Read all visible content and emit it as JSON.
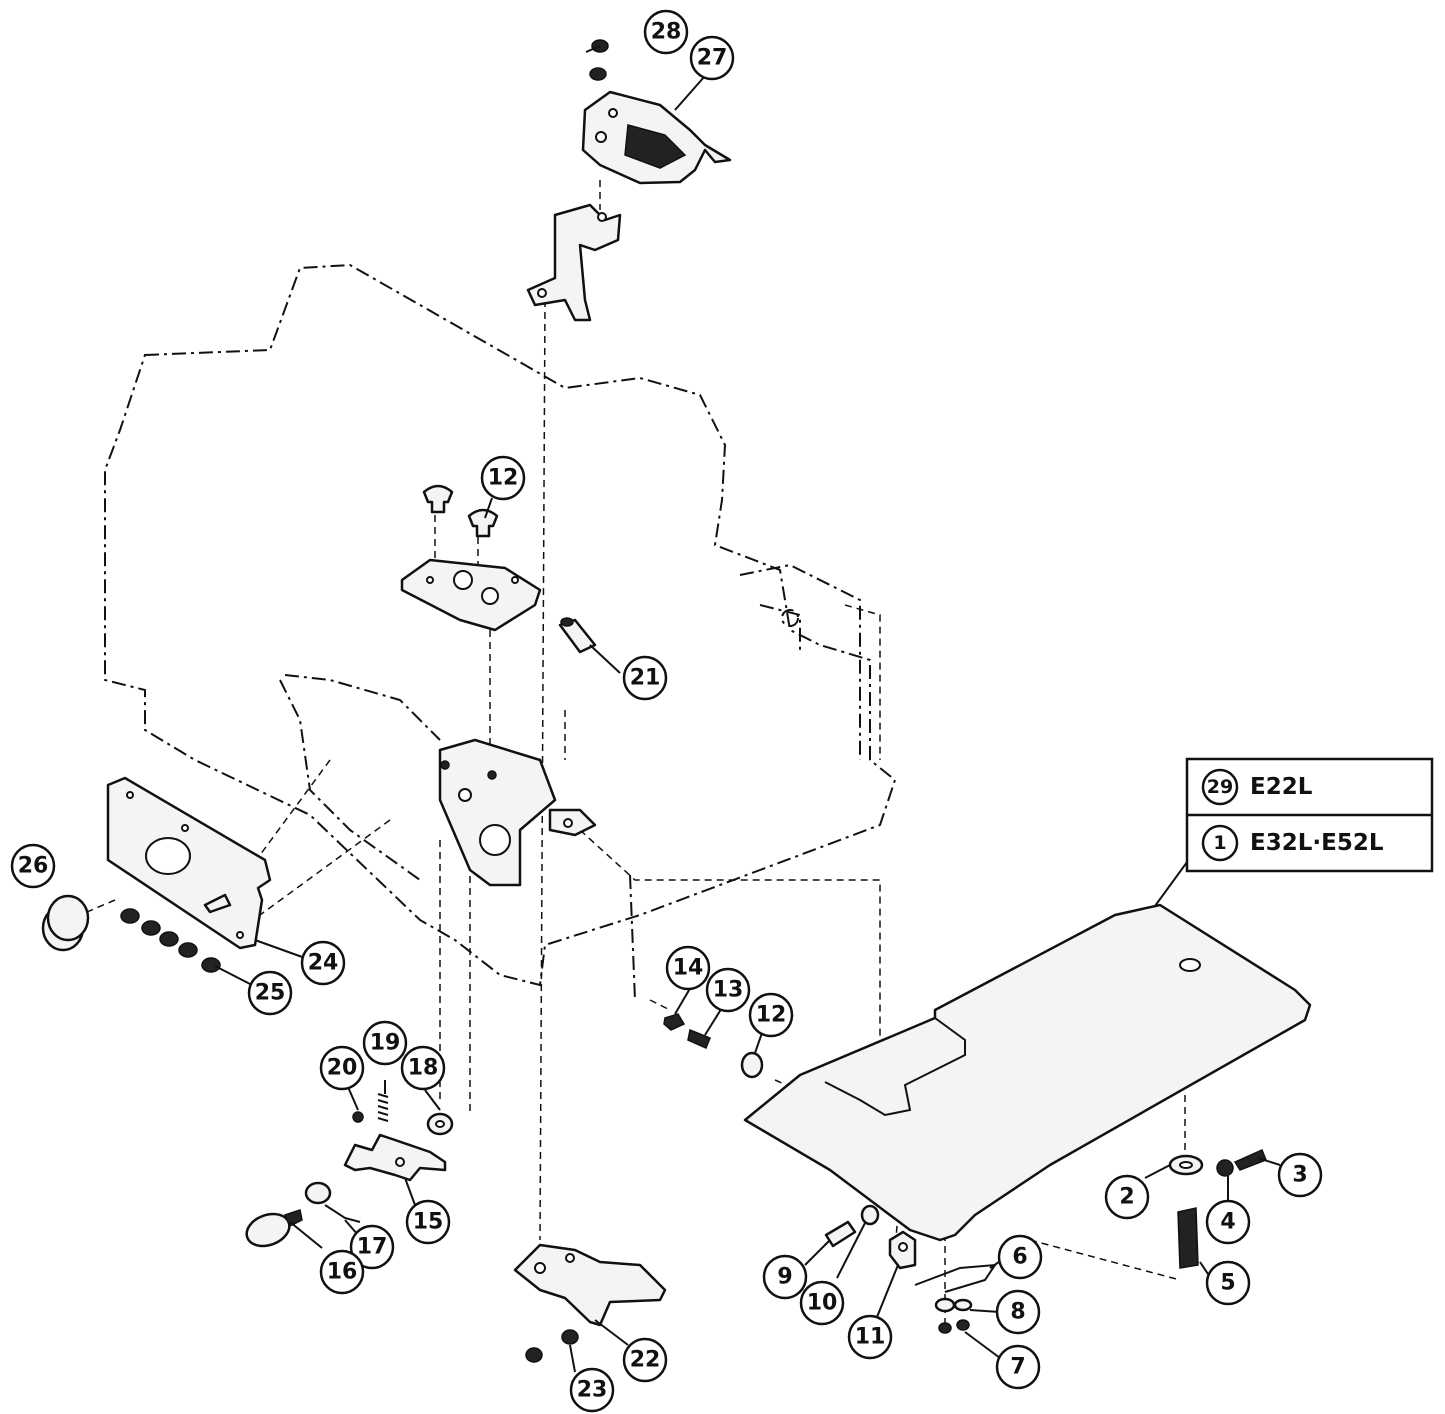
{
  "callouts": [
    "1",
    "2",
    "3",
    "4",
    "5",
    "6",
    "7",
    "8",
    "9",
    "10",
    "11",
    "12",
    "13",
    "14",
    "15",
    "16",
    "17",
    "18",
    "19",
    "20",
    "21",
    "22",
    "23",
    "24",
    "25",
    "26",
    "27",
    "28"
  ],
  "callout_12b": "12",
  "legend": {
    "row1_number": "29",
    "row1_model": "E22L",
    "row2_number": "1",
    "row2_model": "E32L·E52L"
  }
}
